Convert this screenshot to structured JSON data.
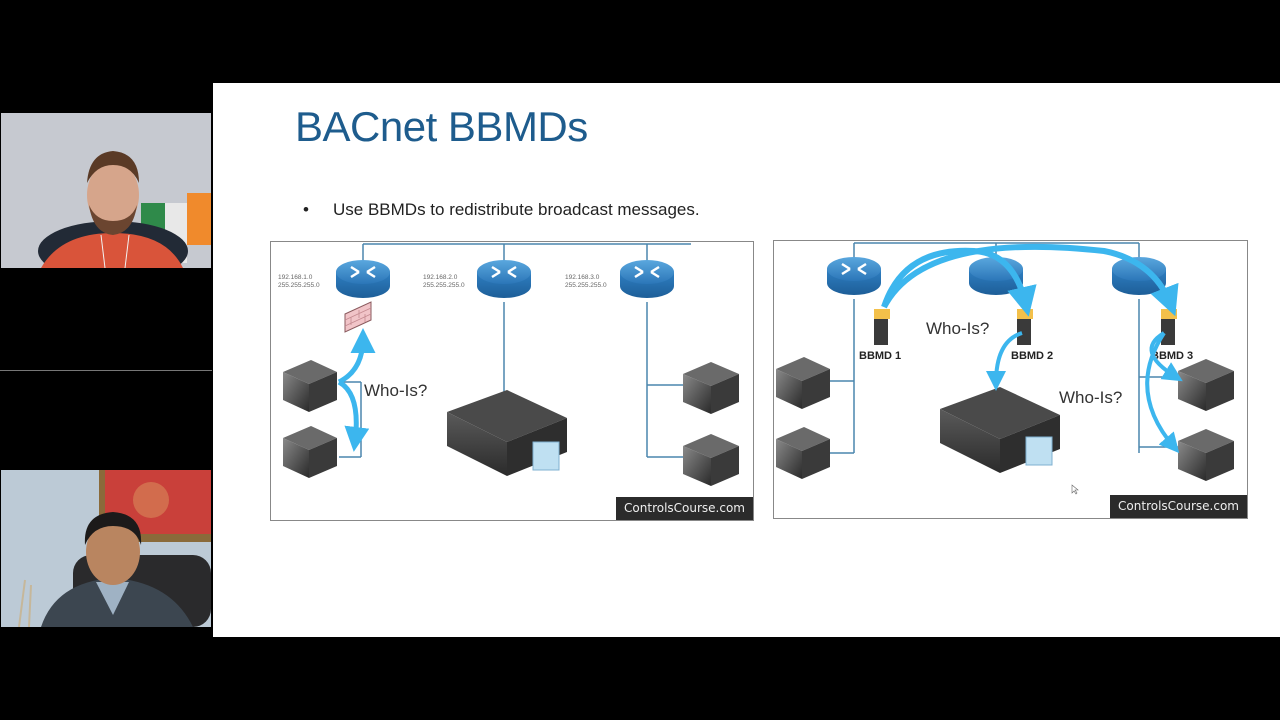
{
  "meeting": {
    "participants": [
      {
        "id": "participant-1",
        "description": "man with beard in red shirt, flag in background"
      },
      {
        "id": "participant-2",
        "description": "man in dark jacket in office chair, red painting behind"
      }
    ]
  },
  "slide": {
    "title": "BACnet BBMDs",
    "bullets": [
      "Use BBMDs to redistribute broadcast messages."
    ],
    "bullet_glyph": "•",
    "accent_color": "#1e5c8d",
    "arrow_color": "#3cb6ee",
    "left_diagram": {
      "subnets": [
        {
          "ip": "192.168.1.0",
          "mask": "255.255.255.0"
        },
        {
          "ip": "192.168.2.0",
          "mask": "255.255.255.0"
        },
        {
          "ip": "192.168.3.0",
          "mask": "255.255.255.0"
        }
      ],
      "message_label": "Who-Is?",
      "watermark": "ControlsCourse.com"
    },
    "right_diagram": {
      "bbmds": [
        "BBMD 1",
        "BBMD 2",
        "BBMD 3"
      ],
      "message_labels": [
        "Who-Is?",
        "Who-Is?"
      ],
      "watermark": "ControlsCourse.com"
    }
  }
}
